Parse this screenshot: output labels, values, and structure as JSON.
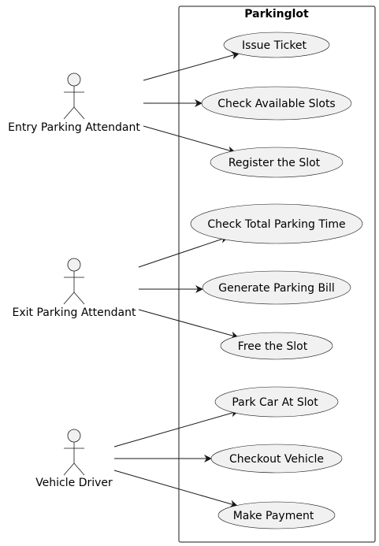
{
  "system": {
    "title": "Parkinglot"
  },
  "actors": [
    {
      "id": "entry",
      "name": "Entry Parking Attendant"
    },
    {
      "id": "exit",
      "name": "Exit Parking Attendant"
    },
    {
      "id": "driver",
      "name": "Vehicle Driver"
    }
  ],
  "use_cases": [
    {
      "id": "uc1",
      "label": "Issue Ticket",
      "actor": "entry"
    },
    {
      "id": "uc2",
      "label": "Check Available Slots",
      "actor": "entry"
    },
    {
      "id": "uc3",
      "label": "Register the Slot",
      "actor": "entry"
    },
    {
      "id": "uc4",
      "label": "Check Total Parking Time",
      "actor": "exit"
    },
    {
      "id": "uc5",
      "label": "Generate Parking Bill",
      "actor": "exit"
    },
    {
      "id": "uc6",
      "label": "Free the Slot",
      "actor": "exit"
    },
    {
      "id": "uc7",
      "label": "Park Car At Slot",
      "actor": "driver"
    },
    {
      "id": "uc8",
      "label": "Checkout Vehicle",
      "actor": "driver"
    },
    {
      "id": "uc9",
      "label": "Make Payment",
      "actor": "driver"
    }
  ],
  "colors": {
    "fill": "#f1f1f1",
    "stroke": "#181818",
    "background": "#ffffff"
  }
}
